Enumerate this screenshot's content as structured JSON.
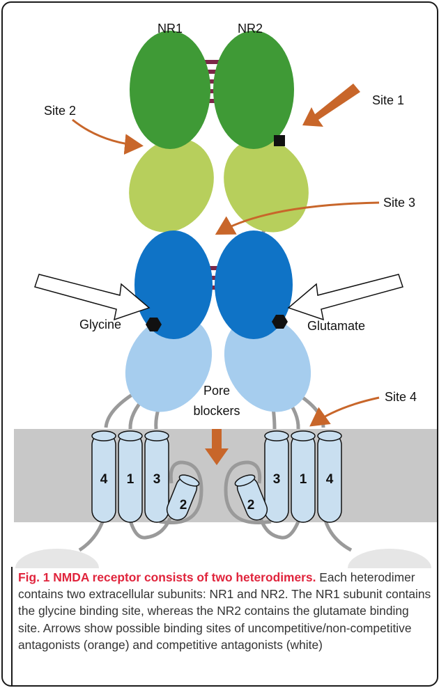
{
  "labels": {
    "nr1": "NR1",
    "nr2": "NR2",
    "site1": "Site 1",
    "site2": "Site 2",
    "site3": "Site 3",
    "site4": "Site 4",
    "glycine": "Glycine",
    "glutamate": "Glutamate",
    "pore_line1": "Pore",
    "pore_line2": "blockers"
  },
  "helix_numbers": {
    "left": [
      "4",
      "1",
      "3",
      "2"
    ],
    "right": [
      "3",
      "1",
      "4",
      "2"
    ]
  },
  "caption": {
    "title": "Fig. 1 NMDA receptor consists of two heterodimers.",
    "body": " Each heterodimer contains two extracellular subunits: NR1 and NR2. The NR1 subunit contains the glycine binding site, whereas the NR2 contains the glutamate binding site. Arrows show possible binding sites of uncompetitive/non-competitive antagonists (orange) and competitive antagonists (white)"
  },
  "colors": {
    "dark_green": "#3f9a36",
    "light_green": "#b7cf5c",
    "dark_blue": "#0f73c6",
    "light_blue": "#a6cdee",
    "helix": "#c9dff0",
    "membrane": "#c8c8c8",
    "linker": "#7b2848",
    "orange_arrow": "#c8662a",
    "caption_title": "#e0243c"
  }
}
